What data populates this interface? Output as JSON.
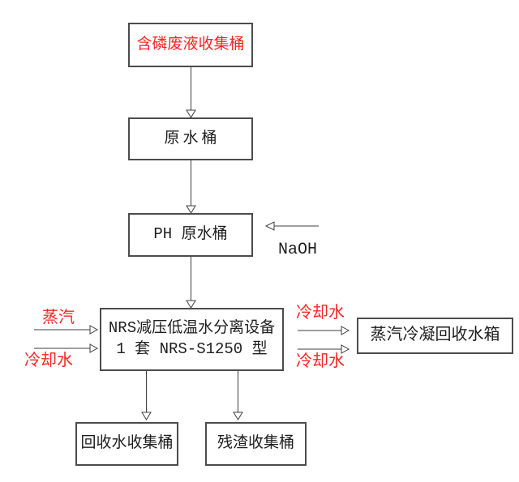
{
  "diagram": {
    "title_semantic": "phosphorus-waste-liquid-treatment-flowchart",
    "nodes": {
      "waste_barrel": {
        "label": "含磷废液收集桶"
      },
      "raw_water_barrel": {
        "label": "原水桶"
      },
      "ph_raw_water_barrel": {
        "label": "PH 原水桶"
      },
      "separator_unit": {
        "line1": "NRS减压低温水分离设备",
        "line2": "1 套 NRS-S1250 型"
      },
      "condensate_tank": {
        "label": "蒸汽冷凝回收水箱"
      },
      "recovered_water_barrel": {
        "label": "回收水收集桶"
      },
      "residue_barrel": {
        "label": "残渣收集桶"
      }
    },
    "stream_labels": {
      "naoh": "NaOH",
      "steam_in": "蒸汽",
      "cooling_water_in": "冷却水",
      "cooling_water_out_top": "冷却水",
      "cooling_water_out_bottom": "冷却水"
    },
    "colors": {
      "highlight_red": "#fb2424",
      "line": "#3f3f3f",
      "box_border": "#4c4c4c",
      "text": "#1e1e1e",
      "background": "#ffffff"
    }
  }
}
